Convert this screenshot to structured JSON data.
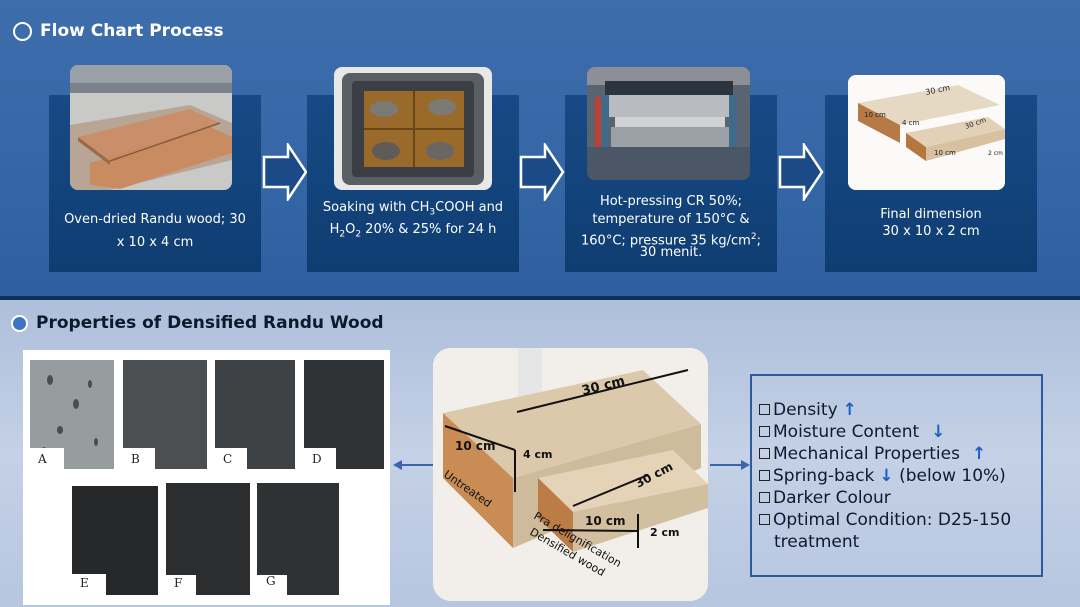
{
  "top_section": {
    "title": "Flow Chart Process",
    "steps": [
      {
        "text_line1": "Oven-dried Randu wood; 30",
        "text_line2": "x 10 x 4 cm"
      },
      {
        "text_line1": "Soaking with CH",
        "sub1": "3",
        "text_line1b": "COOH and",
        "text_line2a": "H",
        "sub2": "2",
        "text_line2b": "O",
        "sub3": "2",
        "text_line2c": " 20% & 25% for 24 h"
      },
      {
        "text_line1": "Hot-pressing CR 50%;",
        "text_line2": "temperature of 150°C &",
        "text_line3a": "160°C; pressure 35 kg/cm",
        "sup1": "2",
        "text_line3b": ";",
        "text_line4": "30 menit."
      },
      {
        "text_line1": "Final dimension",
        "text_line2": "30 x 10 x 2 cm"
      }
    ],
    "final_img": {
      "len": "30 cm",
      "w": "10 cm",
      "h": "4 cm",
      "len2": "30 cm",
      "w2": "10 cm",
      "h2": "2 cm"
    }
  },
  "bottom_section": {
    "title": "Properties of Densified Randu Wood",
    "samples": [
      "A",
      "B",
      "C",
      "D",
      "E",
      "F",
      "G"
    ],
    "wood": {
      "top_len": "30 cm",
      "top_width": "10 cm",
      "top_height": "4 cm",
      "untreated": "Untreated",
      "bot_len": "30 cm",
      "bot_width": "10 cm",
      "bot_height": "2 cm",
      "treated_line1": "Pra delignification",
      "treated_line2": "Densified wood"
    },
    "properties": [
      {
        "label": "Density",
        "trend": "up"
      },
      {
        "label": "Moisture Content",
        "trend": "down"
      },
      {
        "label": "Mechanical Properties",
        "trend": "up"
      },
      {
        "label": "Spring-back",
        "trend": "down",
        "suffix": "(below 10%)"
      },
      {
        "label": "Darker Colour",
        "trend": ""
      },
      {
        "label": "Optimal Condition: D25-150",
        "trend": ""
      },
      {
        "label": "treatment",
        "trend": ""
      }
    ],
    "colors": {
      "accent": "#2a5aa0",
      "arrow": "#3a66b0"
    }
  }
}
